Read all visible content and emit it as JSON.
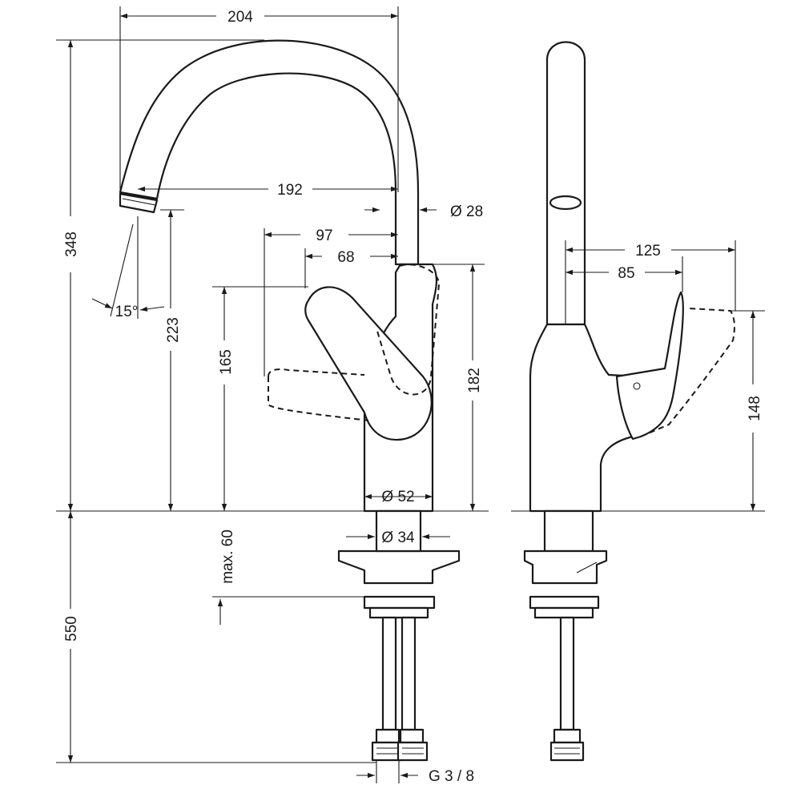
{
  "dimensions": {
    "spout_reach_total": "204",
    "spout_height_total": "348",
    "spout_reach_outlet": "192",
    "spout_diameter": "Ø 28",
    "handle_reach_97": "97",
    "handle_reach_68": "68",
    "spray_angle": "15°",
    "outlet_height": "223",
    "handle_height_165": "165",
    "handle_height_182": "182",
    "body_diameter": "Ø 52",
    "shank_diameter": "Ø 34",
    "counter_thickness": "max. 60",
    "below_counter": "550",
    "connection_thread": "G 3 / 8",
    "side_handle_125": "125",
    "side_handle_85": "85",
    "side_handle_height": "148"
  },
  "colors": {
    "line": "#1a1a1a",
    "background": "#ffffff"
  }
}
